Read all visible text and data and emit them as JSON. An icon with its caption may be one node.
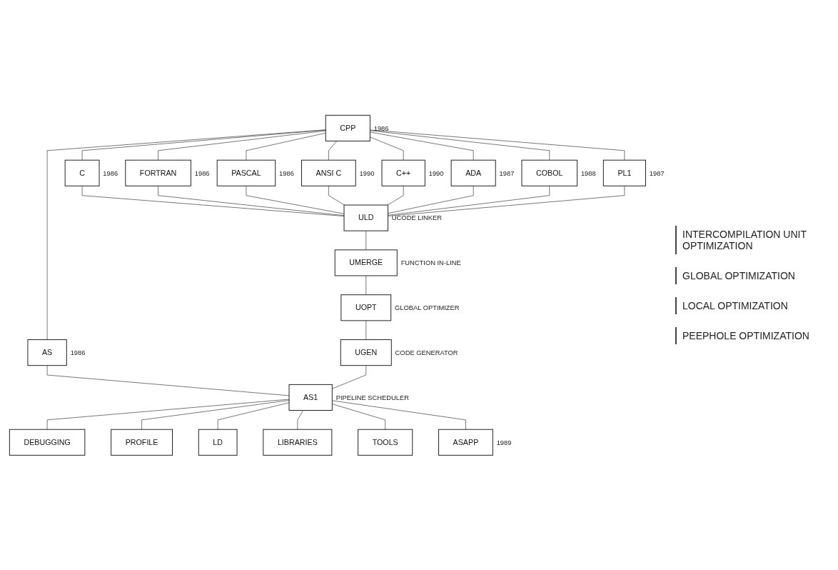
{
  "diagram": {
    "nodes": [
      {
        "text": [
          "CPP"
        ],
        "beside": [
          "1986"
        ]
      },
      {
        "text": [
          "C"
        ],
        "beside": [
          "1986"
        ]
      },
      {
        "text": [
          "FORTRAN"
        ],
        "beside": [
          "1986"
        ]
      },
      {
        "text": [
          "PASCAL"
        ],
        "beside": [
          "1986"
        ]
      },
      {
        "text": [
          "ANSI C"
        ],
        "beside": [
          "1990"
        ]
      },
      {
        "text": [
          "C++"
        ],
        "beside": [
          "1990"
        ]
      },
      {
        "text": [
          "ADA"
        ],
        "beside": [
          "1987"
        ]
      },
      {
        "text": [
          "COBOL"
        ],
        "beside": [
          "1988"
        ]
      },
      {
        "text": [
          "PL1"
        ],
        "beside": [
          "1987"
        ]
      },
      {
        "text": [
          "AS"
        ],
        "beside": [
          "1986"
        ]
      },
      {
        "text": [
          "ULD"
        ],
        "beside": [
          "UCODE LINKER"
        ]
      },
      {
        "text": [
          "UMERGE"
        ],
        "beside": [
          "FUNCTION IN-LINE"
        ]
      },
      {
        "text": [
          "UOPT"
        ],
        "beside": [
          "GLOBAL OPTIMIZER"
        ]
      },
      {
        "text": [
          "UGEN"
        ],
        "beside": [
          "CODE GENERATOR"
        ]
      },
      {
        "text": [
          "AS1"
        ],
        "beside": [
          "PIPELINE SCHEDULER"
        ]
      },
      {
        "text": [
          "DEBUGGING"
        ]
      },
      {
        "text": [
          "PROFILE"
        ]
      },
      {
        "text": [
          "LD"
        ]
      },
      {
        "text": [
          "LIBRARIES"
        ]
      },
      {
        "text": [
          "TOOLS"
        ]
      },
      {
        "text": [
          "ASAPP"
        ],
        "beside": [
          "1989"
        ]
      }
    ],
    "edges": [
      {
        "from": 0,
        "to": 1,
        "arrow": "none"
      },
      {
        "from": 0,
        "to": 2,
        "arrow": "none"
      },
      {
        "from": 0,
        "to": 3,
        "arrow": "none"
      },
      {
        "from": 0,
        "to": 4,
        "arrow": "none"
      },
      {
        "from": 0,
        "to": 5,
        "arrow": "none"
      },
      {
        "from": 0,
        "to": 6,
        "arrow": "none"
      },
      {
        "from": 0,
        "to": 7,
        "arrow": "none"
      },
      {
        "from": 0,
        "to": 8,
        "arrow": "none"
      },
      {
        "from": 0,
        "to": 9,
        "arrow": "none"
      },
      {
        "from": 1,
        "to": 10,
        "arrow": "none"
      },
      {
        "from": 2,
        "to": 10,
        "arrow": "none"
      },
      {
        "from": 3,
        "to": 10,
        "arrow": "none"
      },
      {
        "from": 4,
        "to": 10,
        "arrow": "none"
      },
      {
        "from": 5,
        "to": 10,
        "arrow": "none"
      },
      {
        "from": 6,
        "to": 10,
        "arrow": "none"
      },
      {
        "from": 7,
        "to": 10,
        "arrow": "none"
      },
      {
        "from": 8,
        "to": 10,
        "arrow": "none"
      },
      {
        "from": 9,
        "to": 14,
        "arrow": "none"
      },
      {
        "from": 10,
        "to": 11,
        "arrow": "none"
      },
      {
        "from": 11,
        "to": 12,
        "arrow": "none"
      },
      {
        "from": 12,
        "to": 13,
        "arrow": "none"
      },
      {
        "from": 13,
        "to": 14,
        "arrow": "none"
      },
      {
        "from": 14,
        "to": 15,
        "arrow": "none"
      },
      {
        "from": 14,
        "to": 16,
        "arrow": "none"
      },
      {
        "from": 14,
        "to": 17,
        "arrow": "none"
      },
      {
        "from": 14,
        "to": 18,
        "arrow": "none"
      },
      {
        "from": 14,
        "to": 19,
        "arrow": "none"
      },
      {
        "from": 14,
        "to": 20,
        "arrow": "none"
      }
    ],
    "labels": [
      "INTERCOMPILATION UNIT OPTIMIZATION",
      "GLOBAL OPTIMIZATION",
      "LOCAL OPTIMIZATION",
      "PEEPHOLE OPTIMIZATION"
    ]
  }
}
